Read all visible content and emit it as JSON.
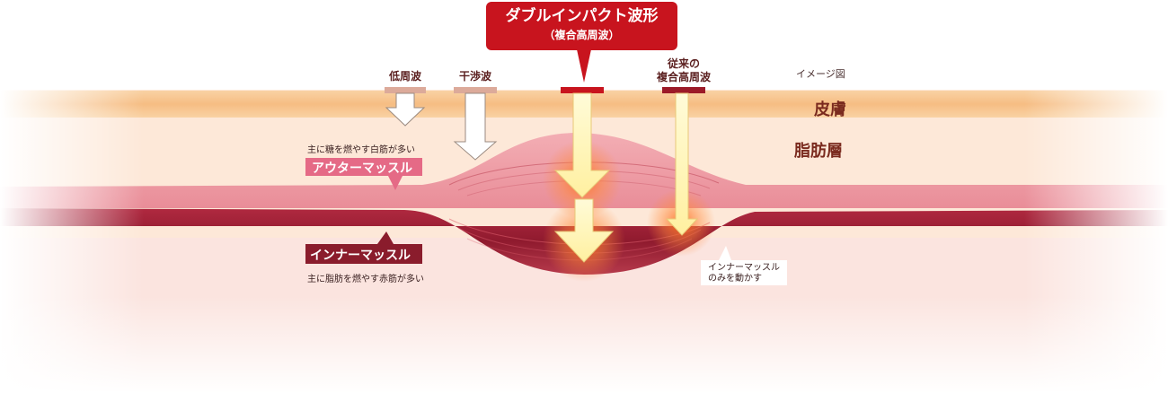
{
  "callout": {
    "title": "ダブルインパクト波形",
    "subtitle": "（複合高周波）"
  },
  "waves": {
    "low": "低周波",
    "interference": "干渉波",
    "conventional_line1": "従来の",
    "conventional_line2": "複合高周波"
  },
  "image_label": "イメージ図",
  "layers": {
    "skin": "皮膚",
    "fat": "脂肪層"
  },
  "outer_muscle": {
    "note": "主に糖を燃やす白筋が多い",
    "tag": "アウターマッスル"
  },
  "inner_muscle": {
    "tag": "インナーマッスル",
    "note": "主に脂肪を燃やす赤筋が多い"
  },
  "inner_only": {
    "line1": "インナーマッスル",
    "line2": "のみを動かす"
  },
  "colors": {
    "skin_band": "#f7c48e",
    "fat_layer": "#fde6d4",
    "outer_muscle": "#ee9aa4",
    "inner_muscle": "#9b1f33",
    "callout_red": "#c8141e",
    "arrow_yellow": "#fff5a8",
    "bar_tan": "#dcaa9a",
    "bar_dark": "#9c1a28",
    "outer_tag": "#e56a86",
    "inner_tag": "#8a1c2c"
  }
}
